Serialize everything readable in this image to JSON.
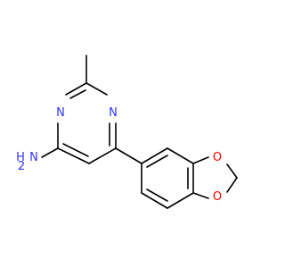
{
  "colors": {
    "carbon_bond": "#000000",
    "nitrogen": "#3333ff",
    "oxygen": "#ff0000",
    "background": "#ffffff"
  },
  "atoms": {
    "n1": "N",
    "n3": "N",
    "nh2_n": "N",
    "nh2_h": "H",
    "nh2_sub": "2",
    "o1": "O",
    "o2": "O"
  }
}
